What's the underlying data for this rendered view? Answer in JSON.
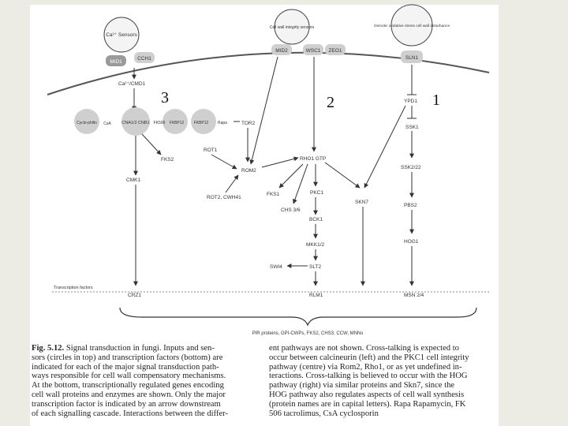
{
  "panel_numbers": [
    "3",
    "2",
    "1"
  ],
  "nodes": {
    "ca_sensors": "Ca²⁺ Sensors",
    "cell_wall_integrity": "Cell wall integrity sensors",
    "osmotic_stress": "Osmotic oxidative stress cell wall disturbance",
    "mid1": "MID1",
    "cch1": "CCH1",
    "mid2": "MID2",
    "wsc1": "WSC1",
    "zeo1": "ZEO1",
    "sln1": "SLN1",
    "ca_cmd1": "Ca²⁺/CMD1",
    "cyclophilin": "Cyclo-philin",
    "csa": "CsA",
    "cna": "CNA1/2 CNB1",
    "fk506": "FK506",
    "fkbp12_left": "FKBP12",
    "fkbp12_right": "FKBP12",
    "rapa": "Rapa",
    "tor2": "TOR2",
    "rot1": "ROT1",
    "fks2": "FKS2",
    "rom2": "ROM2",
    "rho1": "RHO1 GTP",
    "ypd1": "YPD1",
    "ssk1": "SSK1",
    "ssk22": "SSK2/22",
    "pbs2": "PBS2",
    "hog1": "HOG1",
    "cmk1": "CMK1",
    "rot2": "ROT2, CWH41",
    "fks1": "FKS1",
    "pkc1": "PKC1",
    "skn7": "SKN7",
    "chs": "CHS 3/6",
    "bck1": "BCK1",
    "mkk": "MKK1/2",
    "slt2": "SLT2",
    "swi4": "SWI4",
    "crz1": "CRZ1",
    "rlm1": "RLM1",
    "msn": "MSN 2/4",
    "transcription_factors": "Transcription factors",
    "output_genes": "PIR proteins, GPI-CWPs, FKS2, CHS3, CCW, MNNs"
  },
  "caption": {
    "fig_label": "Fig. 5.12.",
    "lines": [
      "Signal transduction in fungi. Inputs and sen-",
      "sors (circles in top) and transcription factors (bottom) are",
      "indicated for each of the major signal transduction path-",
      "ways responsible for cell wall compensatory mechanisms.",
      "At the bottom, transcriptionally regulated genes encoding",
      "cell wall proteins and enzymes are shown. Only the major",
      "transcription factor is indicated by an arrow downstream",
      "of each signalling cascade. Interactions between the differ-",
      "ent pathways are not shown. Cross-talking is expected to",
      "occur between calcineurin (left) and the PKC1 cell integrity",
      "pathway (centre) via Rom2, Rho1, or as yet undefined in-",
      "teractions. Cross-talking is believed to occur with the HOG",
      "pathway (right) via similar proteins and Skn7, since the",
      "HOG pathway also regulates aspects of cell wall synthesis",
      "(protein names are in capital letters). Rapa Rapamycin, FK",
      "506 tacrolimus, CsA cyclosporin"
    ]
  }
}
